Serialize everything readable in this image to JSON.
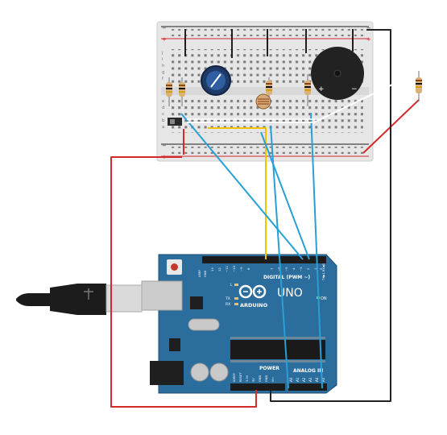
{
  "board": {
    "logo_text": "ARDUINO",
    "model_text": "UNO",
    "digital_label": "DIGITAL (PWM ~)",
    "analog_label": "ANALOG IN",
    "power_label": "POWER",
    "on_label": "ON",
    "led_l": "L",
    "led_tx": "TX",
    "led_rx": "RX",
    "aref": "AREF",
    "gnd": "GND",
    "txrx": "TX▶1 RX◀0",
    "power_pins": [
      "IOREF",
      "RESET",
      "3.3V",
      "5V",
      "GND",
      "GND",
      "Vin"
    ],
    "analog_pins": [
      "A0",
      "A1",
      "A2",
      "A3",
      "A4",
      "A5"
    ],
    "digital_pins": [
      "13",
      "12",
      "~11",
      "~10",
      "~9",
      "8",
      "7",
      "~6",
      "~5",
      "4",
      "~3",
      "2",
      "1",
      "0"
    ]
  },
  "breadboard": {
    "row_letters_top": [
      "j",
      "i",
      "h",
      "g",
      "f"
    ],
    "row_letters_bottom": [
      "e",
      "d",
      "c",
      "b",
      "a"
    ],
    "plus": "+",
    "minus": "−"
  },
  "buzzer": {
    "plus": "+",
    "minus": "−"
  },
  "colors": {
    "wire_red": "#d42a2a",
    "wire_blue": "#2a9fd6",
    "wire_yellow": "#f2c200",
    "wire_black": "#222222",
    "wire_white": "#ffffff",
    "board_blue": "#2b6d9c",
    "breadboard": "#e6e6e6"
  }
}
